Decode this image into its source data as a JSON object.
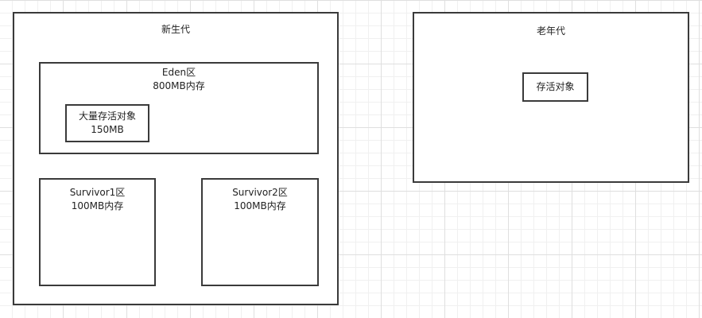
{
  "young_generation": {
    "title": "新生代",
    "eden": {
      "name": "Eden区",
      "memory": "800MB内存",
      "object": {
        "name": "大量存活对象",
        "size": "150MB"
      }
    },
    "survivor1": {
      "name": "Survivor1区",
      "memory": "100MB内存"
    },
    "survivor2": {
      "name": "Survivor2区",
      "memory": "100MB内存"
    }
  },
  "old_generation": {
    "title": "老年代",
    "object": {
      "name": "存活对象"
    }
  },
  "colors": {
    "box_border": "#3a3a3a",
    "text": "#222222",
    "grid_major": "#dfdfdf",
    "grid_minor": "#f0f0f0"
  }
}
